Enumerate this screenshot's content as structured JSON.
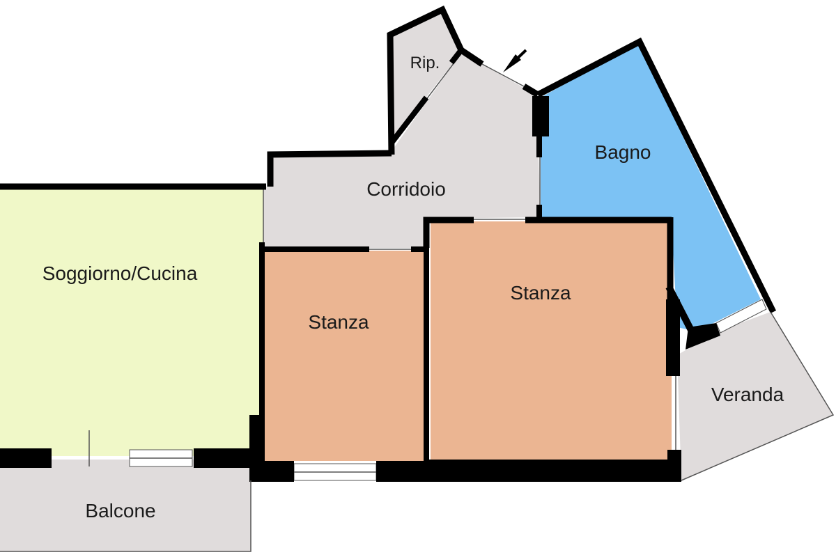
{
  "colors": {
    "soggiorno": "#f0f8c8",
    "stanza": "#ebb592",
    "bagno": "#7cc2f4",
    "grey": "#e0dcdc",
    "wall": "#000000"
  },
  "rooms": {
    "soggiorno": "Soggiorno/Cucina",
    "stanza_small": "Stanza",
    "stanza_large": "Stanza",
    "corridoio": "Corridoio",
    "bagno": "Bagno",
    "ripostiglio": "Rip.",
    "veranda": "Veranda",
    "balcone": "Balcone"
  },
  "icons": {
    "entrance": "entrance-arrow-icon"
  }
}
